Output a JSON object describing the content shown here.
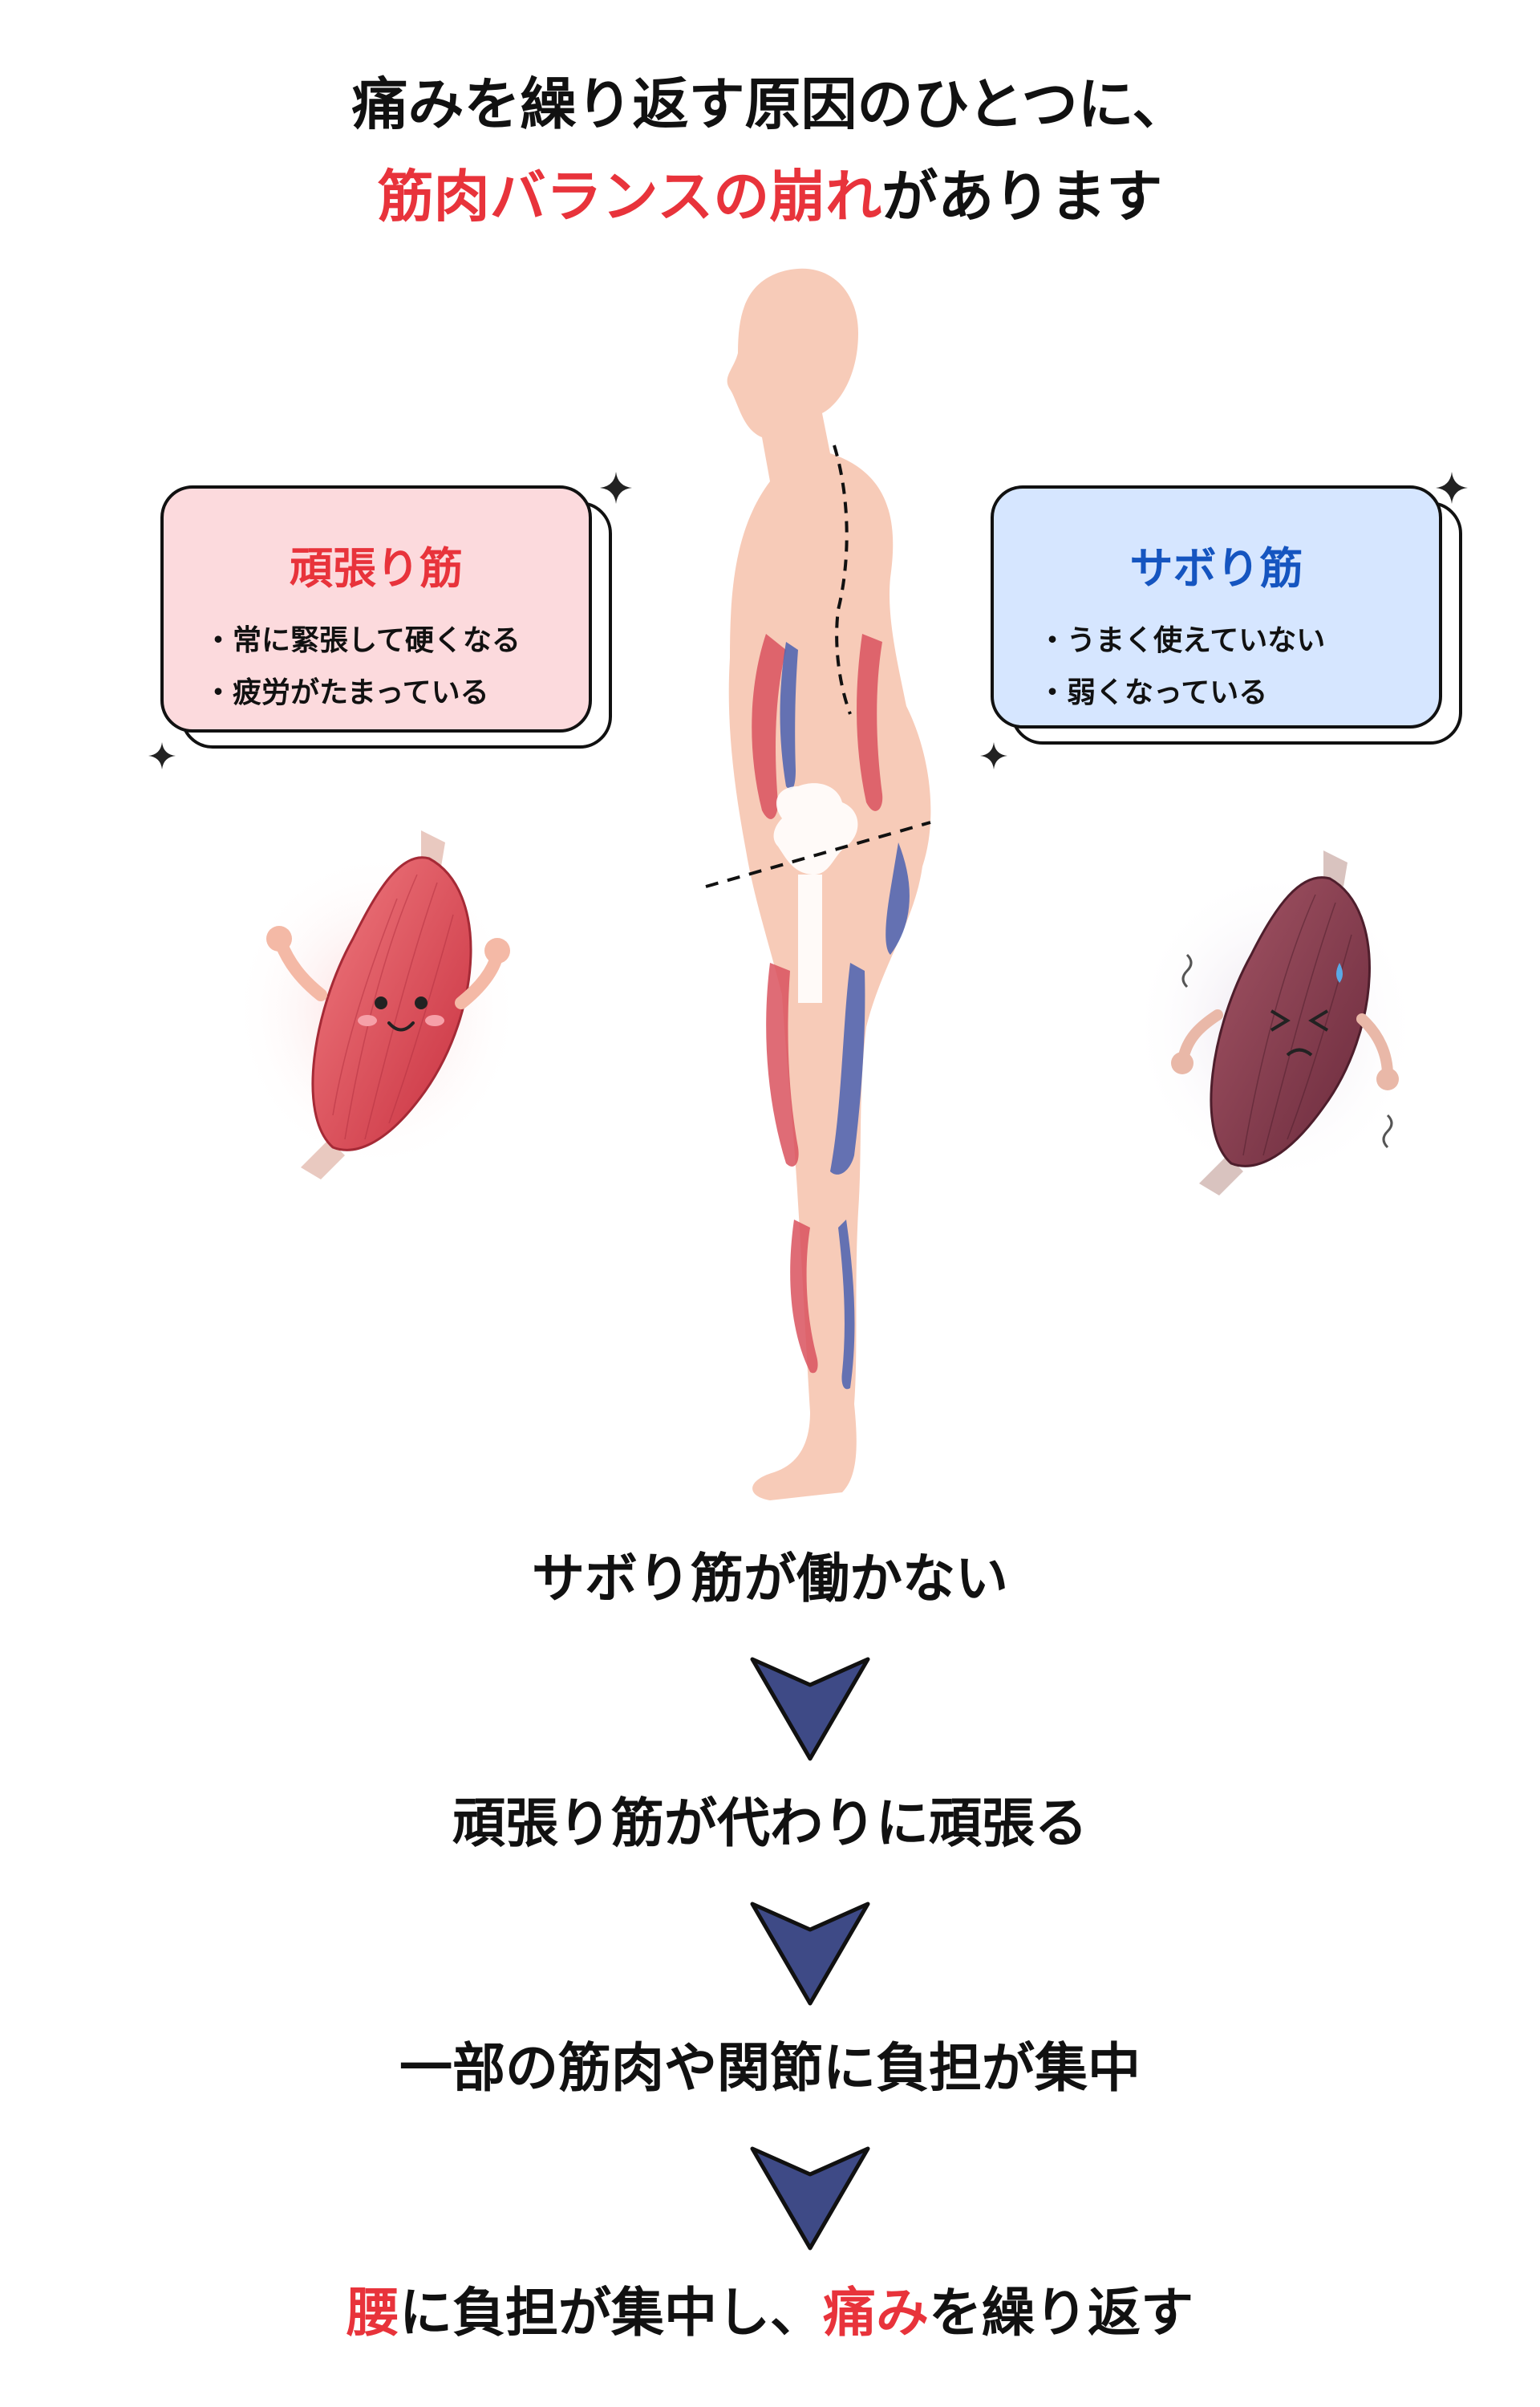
{
  "title": {
    "line1": "痛みを繰り返す原因のひとつに、",
    "line2_highlight": "筋肉バランスの崩れ",
    "line2_rest": "があります"
  },
  "cards": {
    "tight": {
      "title": "頑張り筋",
      "items": [
        "・常に緊張して硬くなる",
        "・疲労がたまっている"
      ]
    },
    "weak": {
      "title": "サボり筋",
      "items": [
        "・うまく使えていない",
        "・弱くなっている"
      ]
    }
  },
  "flow": {
    "step1": "サボり筋が働かない",
    "step2": "頑張り筋が代わりに頑張る",
    "step3": "一部の筋肉や関節に負担が集中",
    "step4": {
      "part1_highlight": "腰",
      "part2": "に負担が集中し、",
      "part3_highlight": "痛み",
      "part4": "を繰り返す"
    }
  },
  "colors": {
    "accent_red": "#e8333b",
    "accent_blue": "#1555c0",
    "card_pink": "#fcdadd",
    "card_blue": "#d6e6ff",
    "arrow_navy": "#3e4a86",
    "muscle_red": "#d9525e",
    "muscle_blue": "#4a62b0",
    "skin": "#f7c8b4"
  },
  "icons": {
    "sparkle": "sparkle-icon",
    "arrow": "chevron-down-arrow-icon"
  }
}
